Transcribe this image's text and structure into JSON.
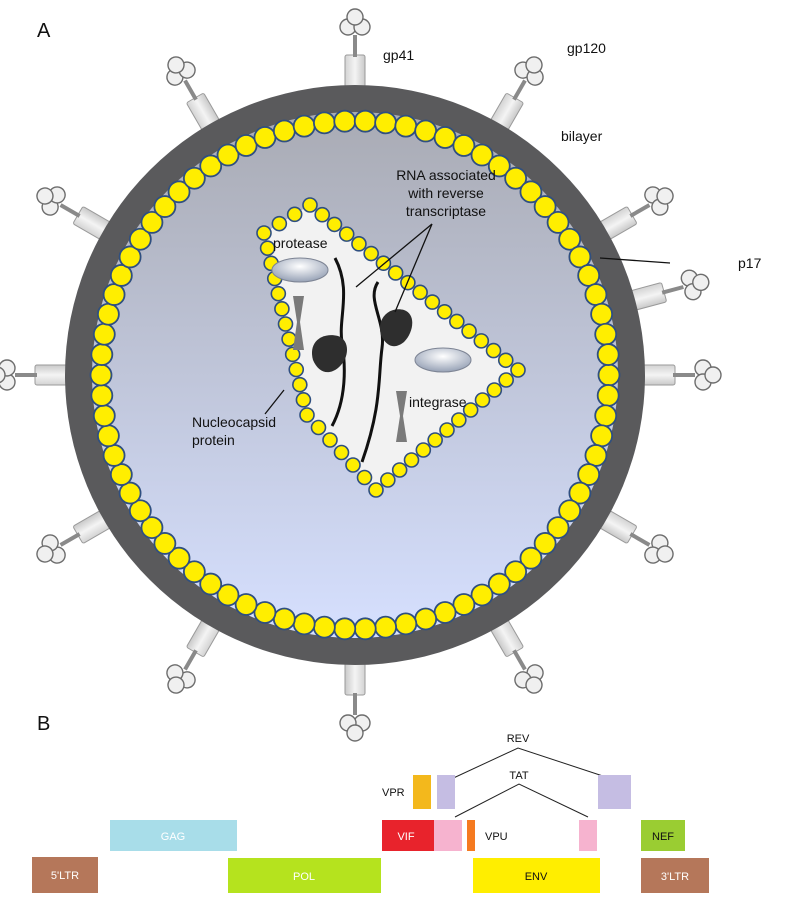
{
  "panel_a": {
    "label": "A",
    "labels": {
      "gp41": "gp41",
      "gp120": "gp120",
      "bilayer": "bilayer",
      "p17": "p17",
      "rna": [
        "RNA associated",
        "with reverse",
        "transcriptase"
      ],
      "protease": "protease",
      "integrase": "integrase",
      "nucleocapsid": [
        "Nucleocapsid",
        "protein"
      ]
    },
    "colors": {
      "membrane": "#5a5a5c",
      "matrix_bead": "#ffee00",
      "bead_outline": "#2f4f80",
      "interior_top": "#a9abb4",
      "interior_bottom": "#d6e0ff",
      "capsid_fill": "#f2f2f2",
      "spike": "#e2e2e2"
    }
  },
  "panel_b": {
    "label": "B",
    "splice_labels": {
      "rev": "REV",
      "tat": "TAT"
    },
    "genes": {
      "ltr5": {
        "label": "5'LTR",
        "color": "#b5775a"
      },
      "gag": {
        "label": "GAG",
        "color": "#a8dde9"
      },
      "pol": {
        "label": "POL",
        "color": "#b5e31e"
      },
      "vpr": {
        "label": "VPR",
        "color": "#f3b81c"
      },
      "vif": {
        "label": "VIF",
        "color": "#e8232c"
      },
      "vpu": {
        "label": "VPU",
        "color": "#f57a20"
      },
      "env": {
        "label": "ENV",
        "color": "#ffee00"
      },
      "nef": {
        "label": "NEF",
        "color": "#9acd32"
      },
      "ltr3": {
        "label": "3'LTR",
        "color": "#b5775a"
      },
      "tat_exon_color": "#f6b3cf",
      "rev_exon_color": "#c5bde3"
    }
  }
}
